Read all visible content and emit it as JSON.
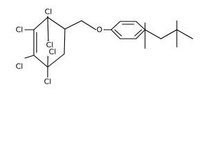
{
  "structure": {
    "atoms": {
      "cl_top": "Cl",
      "cl_upper_left": "Cl",
      "cl_lower_left": "Cl",
      "cl_bottom": "Cl",
      "cl_bridge_a": "Cl",
      "cl_bridge_b": "Cl",
      "oxygen": "O"
    }
  }
}
